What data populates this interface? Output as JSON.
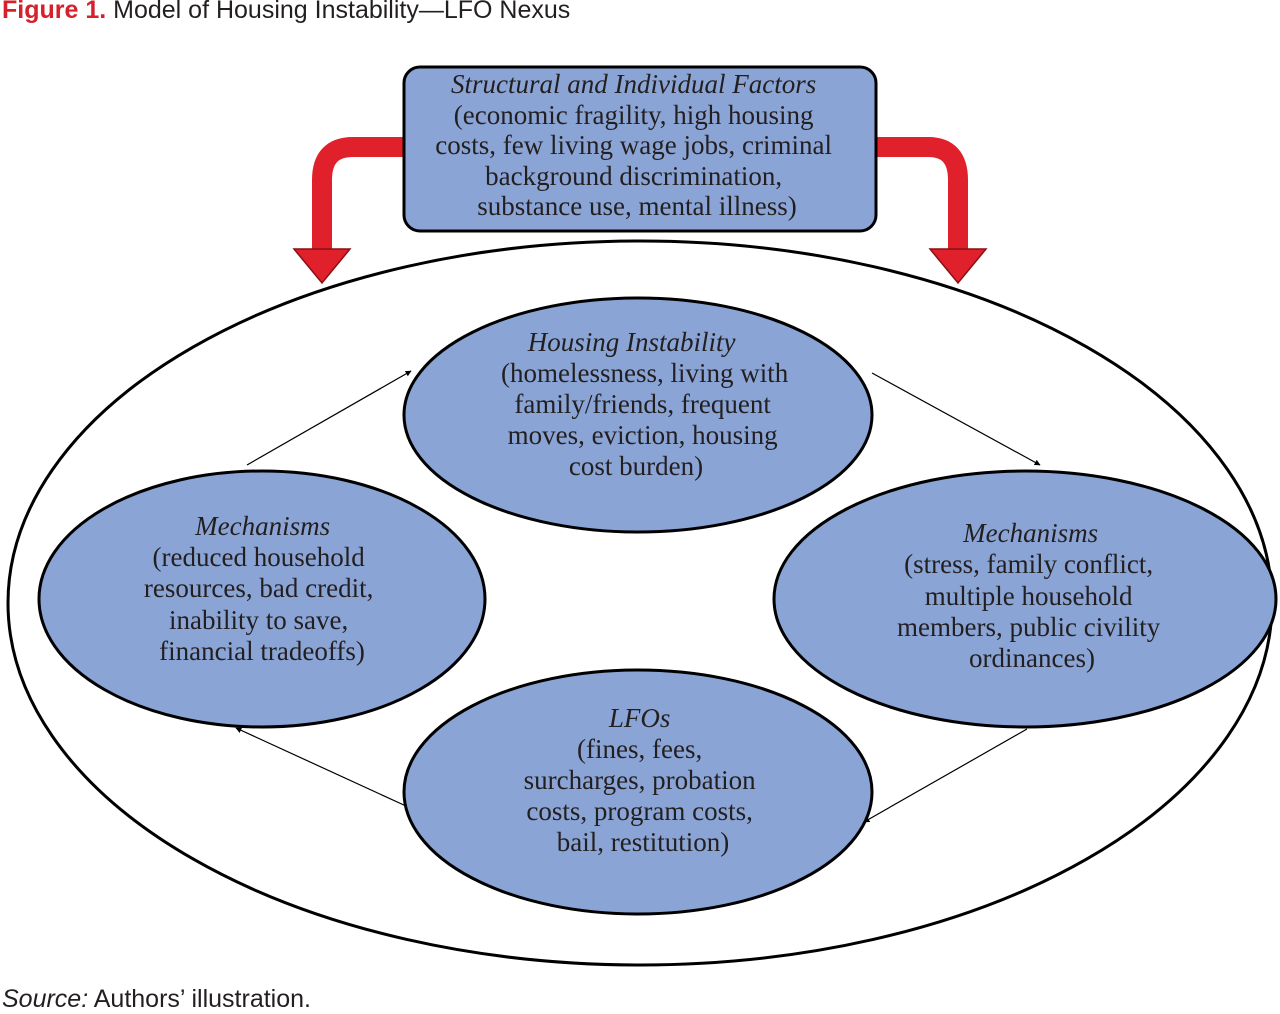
{
  "figure": {
    "label": "Figure 1.",
    "title": "Model of Housing Instability—LFO Nexus"
  },
  "nodes": {
    "structural_factors": {
      "title": "Structural and Individual Factors",
      "lines": [
        "(economic fragility, high housing",
        "costs, few living wage jobs, criminal",
        "background discrimination,",
        "substance use, mental illness)"
      ]
    },
    "housing_instability": {
      "title": "Housing Instability",
      "lines": [
        "(homelessness, living with",
        "family/friends, frequent",
        "moves, eviction, housing",
        "cost burden)"
      ]
    },
    "mechanisms_right": {
      "title": "Mechanisms",
      "lines": [
        "(stress, family conflict,",
        "multiple household",
        "members, public civility",
        "ordinances)"
      ]
    },
    "lfos": {
      "title": "LFOs",
      "lines": [
        "(fines, fees,",
        "surcharges, probation",
        "costs, program costs,",
        "bail, restitution)"
      ]
    },
    "mechanisms_left": {
      "title": "Mechanisms",
      "lines": [
        "(reduced household",
        "resources, bad credit,",
        "inability to save,",
        "financial tradeoffs)"
      ]
    }
  },
  "source": {
    "label": "Source:",
    "text": "Authors’ illustration."
  },
  "colors": {
    "node_fill": "#8aa4d5",
    "stroke": "#000000",
    "arrow_red": "#e0202a",
    "title_red": "#d6202b"
  }
}
